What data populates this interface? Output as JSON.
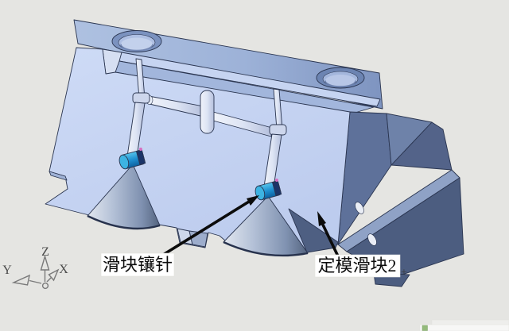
{
  "viewport": {
    "background": "#e5e5e2",
    "annotations": [
      {
        "id": "slider-insert-pin",
        "text": "滑块镶针"
      },
      {
        "id": "fixed-mold-slider-2",
        "text": "定模滑块2"
      }
    ],
    "axis_triad": {
      "x": "X",
      "y": "Y",
      "z": "Z"
    },
    "cursor_glyph": "+",
    "model_colors": {
      "face_light": "#c9d7f3",
      "face_top_left": "#acbfe0",
      "face_top_right": "#7e94c0",
      "face_side_dark": "#5e719a",
      "face_base_dark": "#4c5d80",
      "pin_collar_blue": "#1f8fd0",
      "outline": "#2a3550"
    }
  }
}
